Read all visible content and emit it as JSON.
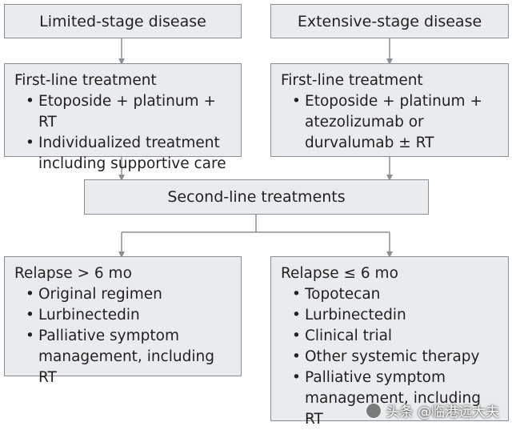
{
  "top_left": {
    "title": "Limited-stage disease"
  },
  "top_right": {
    "title": "Extensive-stage disease"
  },
  "first_left": {
    "heading": "First-line treatment",
    "items": [
      [
        "Etoposide + platinum + RT"
      ],
      [
        "Individualized treatment",
        "including supportive care"
      ]
    ]
  },
  "first_right": {
    "heading": "First-line treatment",
    "items": [
      [
        "Etoposide + platinum +",
        "atezolizumab or",
        "durvalumab ± RT"
      ]
    ]
  },
  "second_line": {
    "title": "Second-line treatments"
  },
  "relapse_left": {
    "heading": "Relapse > 6 mo",
    "items": [
      [
        "Original regimen"
      ],
      [
        "Lurbinectedin"
      ],
      [
        "Palliative symptom",
        "management, including RT"
      ]
    ]
  },
  "relapse_right": {
    "heading": "Relapse ≤ 6 mo",
    "items": [
      [
        "Topotecan"
      ],
      [
        "Lurbinectedin"
      ],
      [
        "Clinical trial"
      ],
      [
        "Other systemic therapy"
      ],
      [
        "Palliative symptom",
        "management, including RT"
      ]
    ]
  },
  "bullet_glyph": "•",
  "watermark": {
    "text": "头条 @临港远大夫"
  },
  "colors": {
    "box_fill": "#e9ecee",
    "box_border": "#8a8f93",
    "arrow": "#8a8f93",
    "text": "#231f20"
  }
}
